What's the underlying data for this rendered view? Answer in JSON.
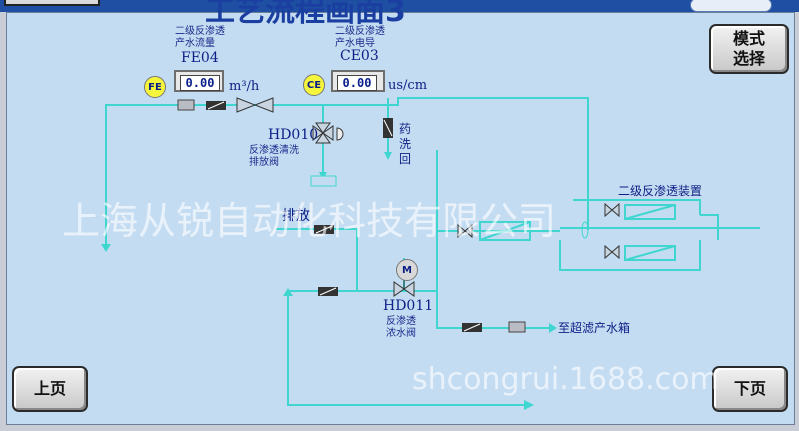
{
  "header": {
    "title": "工艺流程画面3"
  },
  "buttons": {
    "mode_select": "模式\n选择",
    "prev_page": "上页",
    "next_page": "下页"
  },
  "instruments": {
    "fe04": {
      "tag_label": "FE",
      "desc": "二级反渗透\n产水流量",
      "tag": "FE04",
      "value": "0.00",
      "unit": "m³/h"
    },
    "ce03": {
      "tag_label": "CE",
      "desc": "二级反渗透\n产水电导",
      "tag": "CE03",
      "value": "0.00",
      "unit": "us/cm"
    }
  },
  "valves": {
    "hd010": {
      "tag": "HD010",
      "desc": "反渗透清洗\n排放阀"
    },
    "hd011": {
      "tag": "HD011",
      "desc": "反渗透\n浓水阀",
      "motor_label": "M"
    }
  },
  "labels": {
    "chem_wash_return": "药\n洗\n回",
    "ro2_unit": "二级反渗透装置",
    "drain": "排放",
    "to_uf_tank": "至超滤产水箱"
  },
  "watermarks": {
    "company": "上海从锐自动化科技有限公司",
    "site": "shcongrui.1688.com"
  },
  "colors": {
    "pipe": "#3fd6cf",
    "text": "#0c1f86",
    "tag_circle": "#f5f53c",
    "panel": "#c4dcf2"
  }
}
